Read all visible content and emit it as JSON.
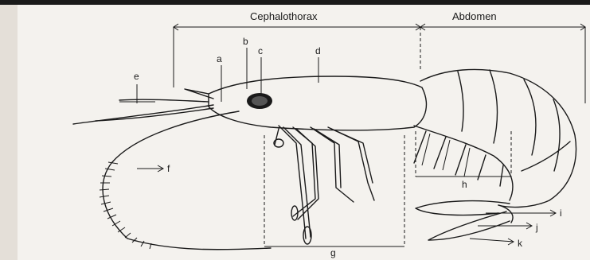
{
  "diagram": {
    "regions": {
      "cephalothorax": "Cephalothorax",
      "abdomen": "Abdomen"
    },
    "labels": {
      "a": "a",
      "b": "b",
      "c": "c",
      "d": "d",
      "e": "e",
      "f": "f",
      "g": "g",
      "h": "h",
      "i": "i",
      "j": "j",
      "k": "k"
    },
    "colors": {
      "ink": "#1a1a1a",
      "paper": "#f4f2ee"
    }
  }
}
